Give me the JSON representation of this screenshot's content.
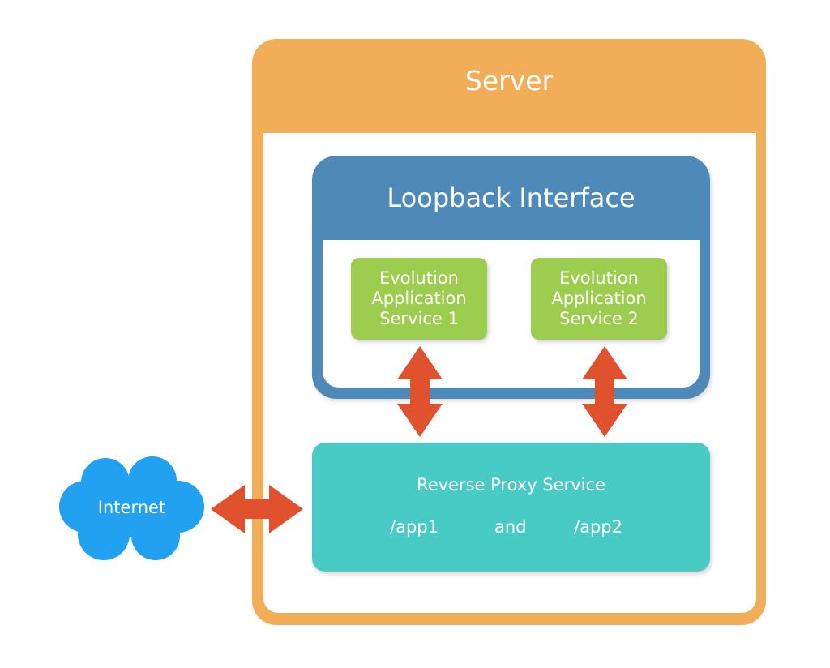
{
  "server": {
    "title": "Server"
  },
  "loopback": {
    "title": "Loopback Interface"
  },
  "services": [
    {
      "lines": [
        "Evolution",
        "Application",
        "Service 1"
      ]
    },
    {
      "lines": [
        "Evolution",
        "Application",
        "Service 2"
      ]
    }
  ],
  "proxy": {
    "title": "Reverse Proxy Service",
    "route1": "/app1",
    "connector": "and",
    "route2": "/app2"
  },
  "internet": {
    "label": "Internet"
  },
  "colors": {
    "server": "#f2ad58",
    "loopback": "#4e89b8",
    "service": "#9ccd4f",
    "proxy": "#49cbc5",
    "cloud": "#22a1f0",
    "arrow": "#e0512e"
  }
}
